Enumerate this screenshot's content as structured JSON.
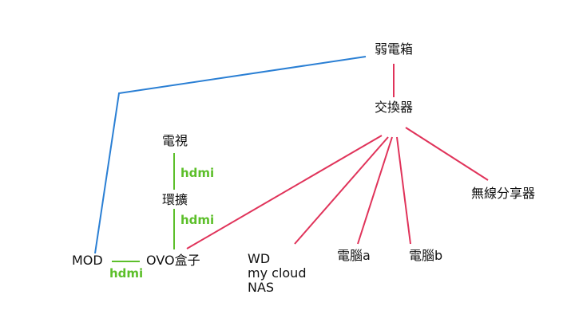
{
  "colors": {
    "blue_link": "#2a7fd4",
    "red_link": "#e0335a",
    "green_link": "#5cbf2a",
    "text": "#111111"
  },
  "nodes": {
    "weak_box": "弱電箱",
    "switch": "交換器",
    "tv": "電視",
    "extender": "環擴",
    "mod": "MOD",
    "ovo": "OVO盒子",
    "wd_nas": [
      "WD",
      "my cloud",
      "NAS"
    ],
    "pc_a": "電腦a",
    "pc_b": "電腦b",
    "router": "無線分享器"
  },
  "hdmi_labels": {
    "tv_extender": "hdmi",
    "extender_ovo": "hdmi",
    "mod_ovo": "hdmi"
  }
}
